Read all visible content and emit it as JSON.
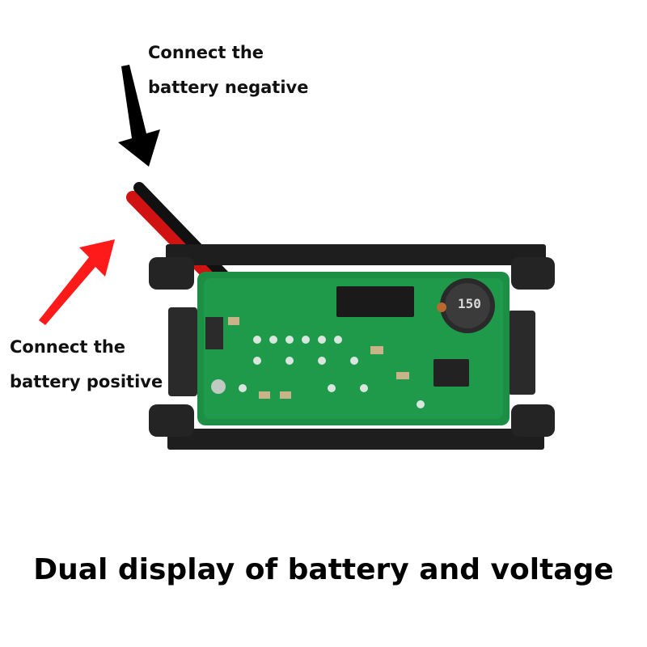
{
  "labels": {
    "negative": {
      "line1": "Connect the",
      "line2": "battery negative"
    },
    "positive": {
      "line1": "Connect the",
      "line2": "battery positive"
    }
  },
  "caption": "Dual display of battery and voltage",
  "board": {
    "inductor_marking": "150"
  },
  "colors": {
    "arrow_negative": "#000000",
    "arrow_positive": "#ff1a1a",
    "pcb": "#1c8f45",
    "housing": "#1e1e1e",
    "wire_red": "#d11212",
    "wire_black": "#111111"
  },
  "icons": [
    "arrow-down-icon",
    "arrow-up-right-icon"
  ]
}
